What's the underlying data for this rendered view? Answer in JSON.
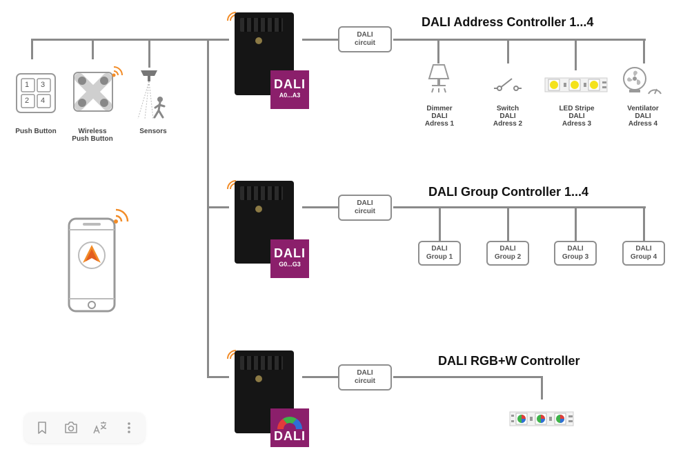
{
  "titles": {
    "address": "DALI Address Controller 1...4",
    "group": "DALI Group Controller 1...4",
    "rgbw": "DALI RGB+W Controller"
  },
  "circuit_label": [
    "DALI",
    "circuit"
  ],
  "inputs": {
    "push_button": "Push Button",
    "wireless_l1": "Wireless",
    "wireless_l2": "Push Button",
    "sensors": "Sensors",
    "keypad": [
      "1",
      "3",
      "2",
      "4"
    ]
  },
  "address_devices": [
    {
      "l1": "Dimmer",
      "l2": "DALI",
      "l3": "Adress 1"
    },
    {
      "l1": "Switch",
      "l2": "DALI",
      "l3": "Adress  2"
    },
    {
      "l1": "LED Stripe",
      "l2": "DALI",
      "l3": "Adress  3"
    },
    {
      "l1": "Ventilator",
      "l2": "DALI",
      "l3": "Adress 4"
    }
  ],
  "groups": [
    {
      "l1": "DALI",
      "l2": "Group 1"
    },
    {
      "l1": "DALI",
      "l2": "Group 2"
    },
    {
      "l1": "DALI",
      "l2": "Group 3"
    },
    {
      "l1": "DALI",
      "l2": "Group 4"
    }
  ],
  "badges": {
    "address": {
      "big": "DALI",
      "small": "A0...A3"
    },
    "group": {
      "big": "DALI",
      "small": "G0...G3"
    },
    "rgbw": {
      "big": "DALI"
    }
  },
  "colors": {
    "wire": "#8a8a8a",
    "badge": "#8b1f6b",
    "wifi": "#f28c28"
  },
  "toolbar_icons": [
    "bookmark-icon",
    "camera-icon",
    "translate-icon",
    "more-vert-icon"
  ]
}
